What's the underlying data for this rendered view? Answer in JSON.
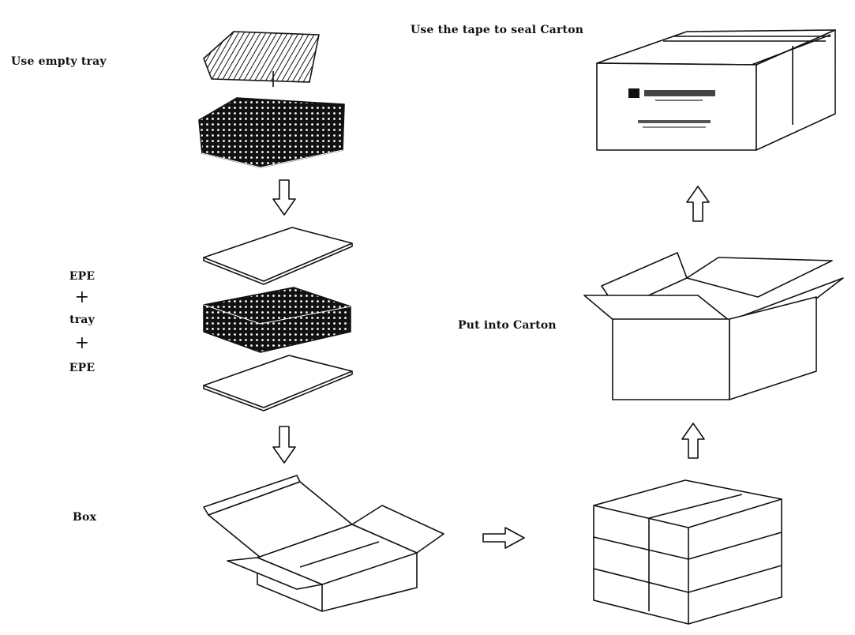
{
  "labels": {
    "use_empty_tray": "Use empty tray",
    "epe_top": "EPE",
    "plus_1": "+",
    "tray": "tray",
    "plus_2": "+",
    "epe_bottom": "EPE",
    "box": "Box",
    "put_into_carton": "Put into Carton",
    "seal_carton": "Use the tape to seal Carton"
  },
  "colors": {
    "line": "#111111",
    "fill_dark": "#111111",
    "background": "#ffffff"
  }
}
